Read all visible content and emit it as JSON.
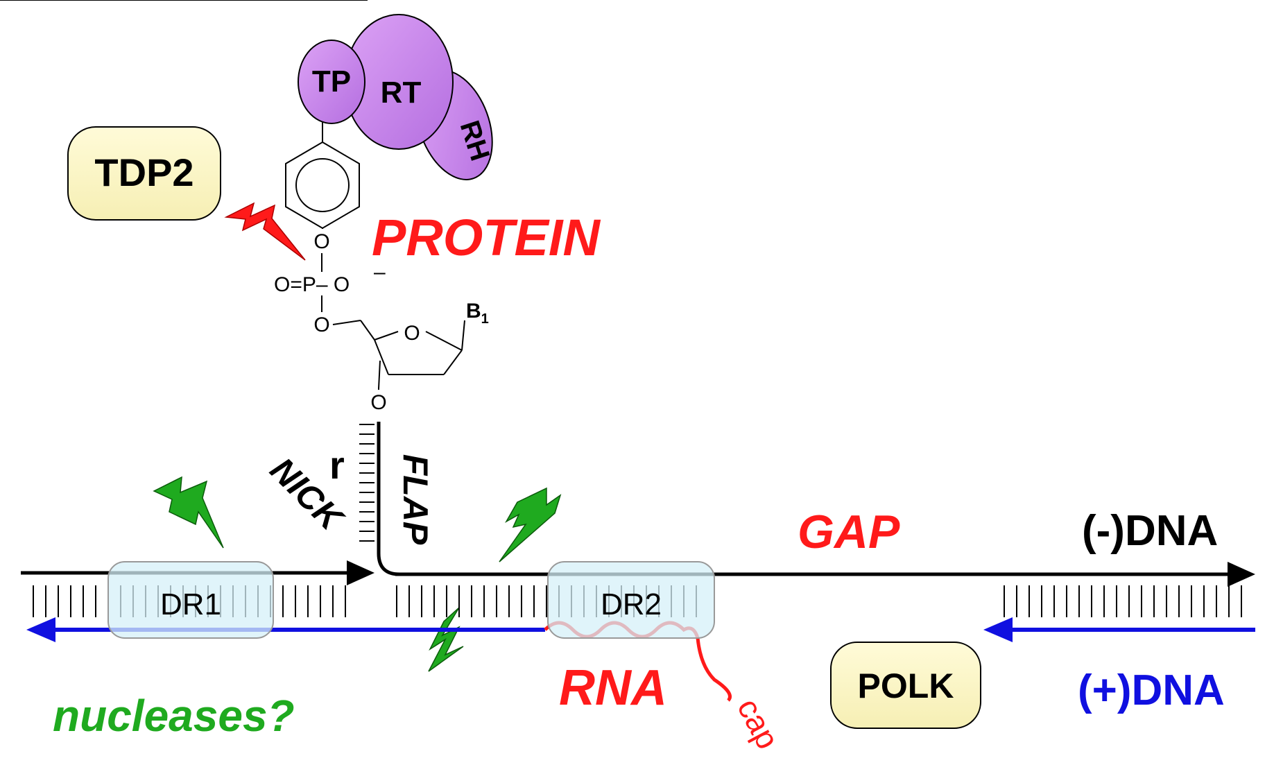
{
  "labels": {
    "tdp2": "TDP2",
    "polk": "POLK",
    "protein": "PROTEIN",
    "tp": "TP",
    "rt": "RT",
    "rh": "RH",
    "gap": "GAP",
    "minus_dna": "(-)DNA",
    "plus_dna": "(+)DNA",
    "rna": "RNA",
    "cap": "cap",
    "nucleases": "nucleases?",
    "nick": "NICK",
    "flap": "FLAP",
    "r": "r",
    "dr1": "DR1",
    "dr2": "DR2"
  },
  "chem": {
    "o_top": "O",
    "o_ester": "O",
    "o_ring": "O",
    "o_bottom": "O",
    "p": "O=P– O",
    "minus": "–",
    "b": "B",
    "b_sub": "1"
  },
  "colors": {
    "red": "#ff1a1a",
    "green": "#1faa1f",
    "blue": "#1010e0",
    "black": "#000000",
    "purple": "#cc88ee",
    "yellow_box": "#fdf8c8",
    "dr_box": "#d6f0f8"
  }
}
